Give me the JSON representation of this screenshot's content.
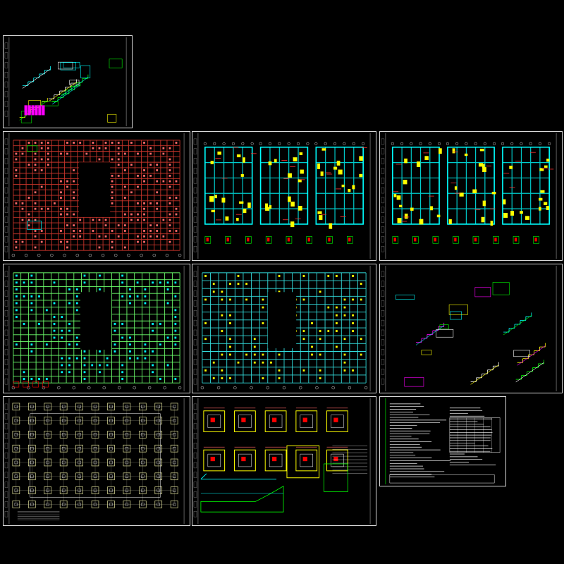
{
  "drawing_set": {
    "background": "#000000",
    "frame_color": "#d8d8d8",
    "sheets": [
      {
        "id": "sheet-stair-details-small",
        "kind": "stair-detail",
        "palette": [
          "#00ff00",
          "#00ffff",
          "#ff00ff",
          "#ffff00",
          "#ffffff"
        ]
      },
      {
        "id": "sheet-foundation-grid-red",
        "kind": "dense-grid",
        "palette": [
          "#d43a2a",
          "#ff5a5a",
          "#00ff00",
          "#00ffff"
        ]
      },
      {
        "id": "sheet-floor-plans-a",
        "kind": "plans",
        "palette": [
          "#00ffff",
          "#ffff00",
          "#ff0000",
          "#ffffff"
        ]
      },
      {
        "id": "sheet-floor-plans-b",
        "kind": "plans",
        "palette": [
          "#00ffff",
          "#ffff00",
          "#ff0000",
          "#ffffff"
        ]
      },
      {
        "id": "sheet-slab-grid-green",
        "kind": "dense-grid",
        "palette": [
          "#6cff6c",
          "#00ffff",
          "#ffff00"
        ]
      },
      {
        "id": "sheet-beam-layout-cyan",
        "kind": "dense-grid",
        "palette": [
          "#00ffff",
          "#ffff00",
          "#ffffff",
          "#ff00ff"
        ]
      },
      {
        "id": "sheet-stair-sections",
        "kind": "stair-detail",
        "palette": [
          "#00ffff",
          "#00ff00",
          "#ffff00",
          "#ff00ff",
          "#ffffff"
        ]
      },
      {
        "id": "sheet-pile-cap-layout",
        "kind": "pile-grid",
        "palette": [
          "#e8e8a0",
          "#ffffff",
          "#ffff66"
        ]
      },
      {
        "id": "sheet-pile-cap-details",
        "kind": "cap-details",
        "palette": [
          "#ffff00",
          "#ff0000",
          "#00ff00",
          "#00ffff",
          "#ffffff"
        ]
      },
      {
        "id": "sheet-general-notes",
        "kind": "notes",
        "palette": [
          "#ffffff",
          "#00ff00"
        ]
      }
    ]
  }
}
